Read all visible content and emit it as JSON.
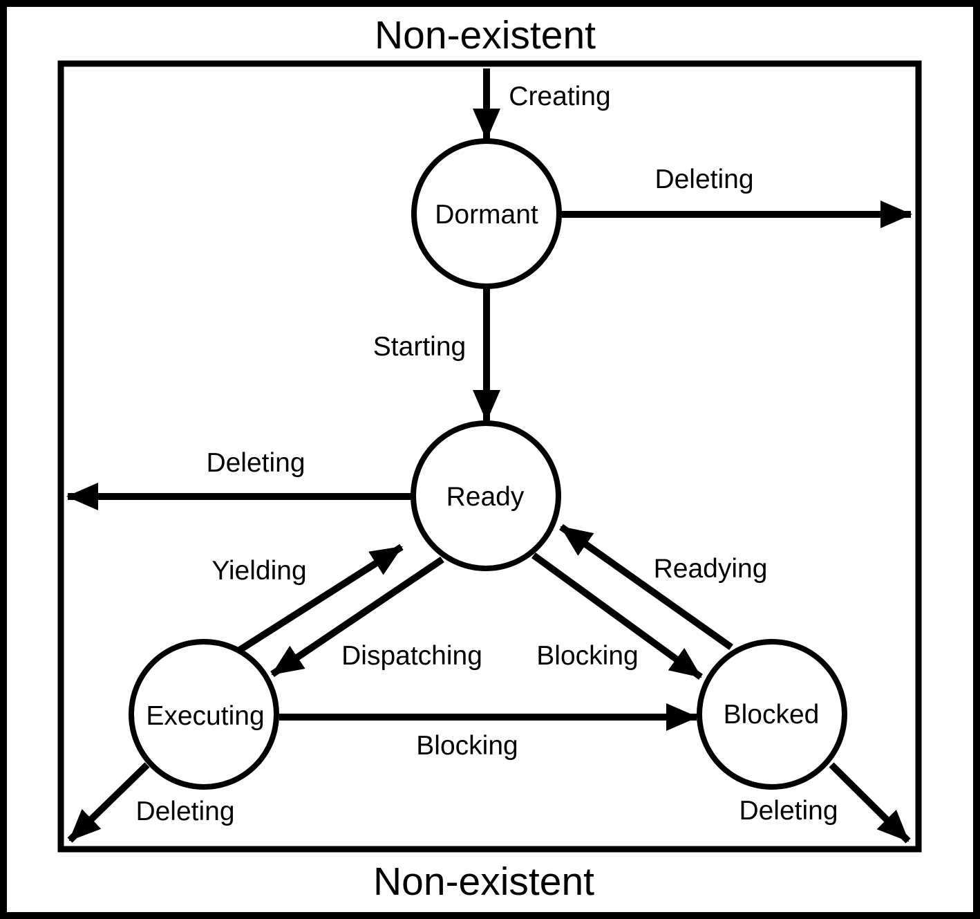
{
  "diagram": {
    "title_top": "Non-existent",
    "title_bottom": "Non-existent",
    "states": {
      "dormant": "Dormant",
      "ready": "Ready",
      "executing": "Executing",
      "blocked": "Blocked"
    },
    "transitions": {
      "creating": "Creating",
      "deleting_dormant": "Deleting",
      "starting": "Starting",
      "deleting_ready": "Deleting",
      "yielding": "Yielding",
      "dispatching": "Dispatching",
      "blocking_ready": "Blocking",
      "readying": "Readying",
      "blocking_executing": "Blocking",
      "deleting_executing": "Deleting",
      "deleting_blocked": "Deleting"
    },
    "colors": {
      "line": "#000000",
      "background": "#ffffff"
    }
  }
}
